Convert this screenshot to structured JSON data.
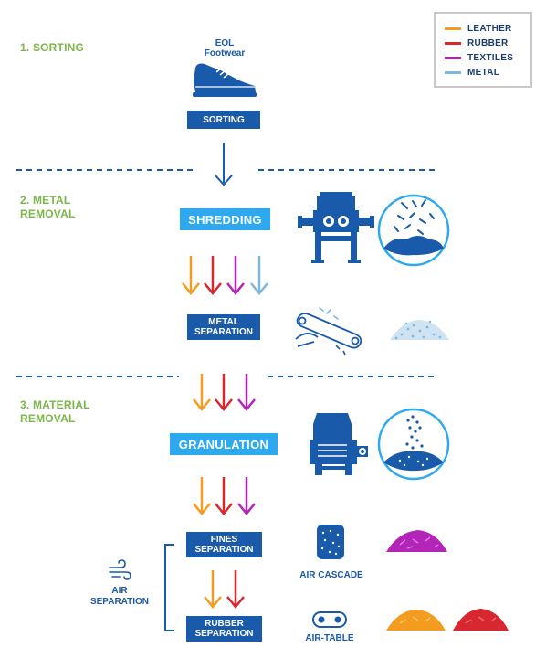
{
  "legend": [
    {
      "label": "LEATHER",
      "color": "#f39c1f"
    },
    {
      "label": "RUBBER",
      "color": "#d7282f"
    },
    {
      "label": "TEXTILES",
      "color": "#b324b8"
    },
    {
      "label": "METAL",
      "color": "#7cb8e0"
    }
  ],
  "stages": {
    "sorting": "1. SORTING",
    "metal_removal": "2. METAL\nREMOVAL",
    "material_removal": "3. MATERIAL\nREMOVAL"
  },
  "input": {
    "label": "EOL\nFootwear"
  },
  "process": {
    "sorting": "SORTING",
    "shredding": "SHREDDING",
    "metal_separation": "METAL\nSEPARATION",
    "granulation": "GRANULATION",
    "fines_separation": "FINES\nSEPARATION",
    "rubber_separation": "RUBBER\nSEPARATION"
  },
  "equipment": {
    "air_cascade": "AIR CASCADE",
    "air_table": "AIR-TABLE",
    "air_separation": "AIR\nSEPARATION"
  },
  "colors": {
    "primary": "#1a5aab",
    "accent": "#2ea9ef",
    "stage": "#7ab648",
    "leather": "#f39c1f",
    "rubber": "#d7282f",
    "textiles": "#b324b8",
    "metal": "#7cb8e0"
  }
}
